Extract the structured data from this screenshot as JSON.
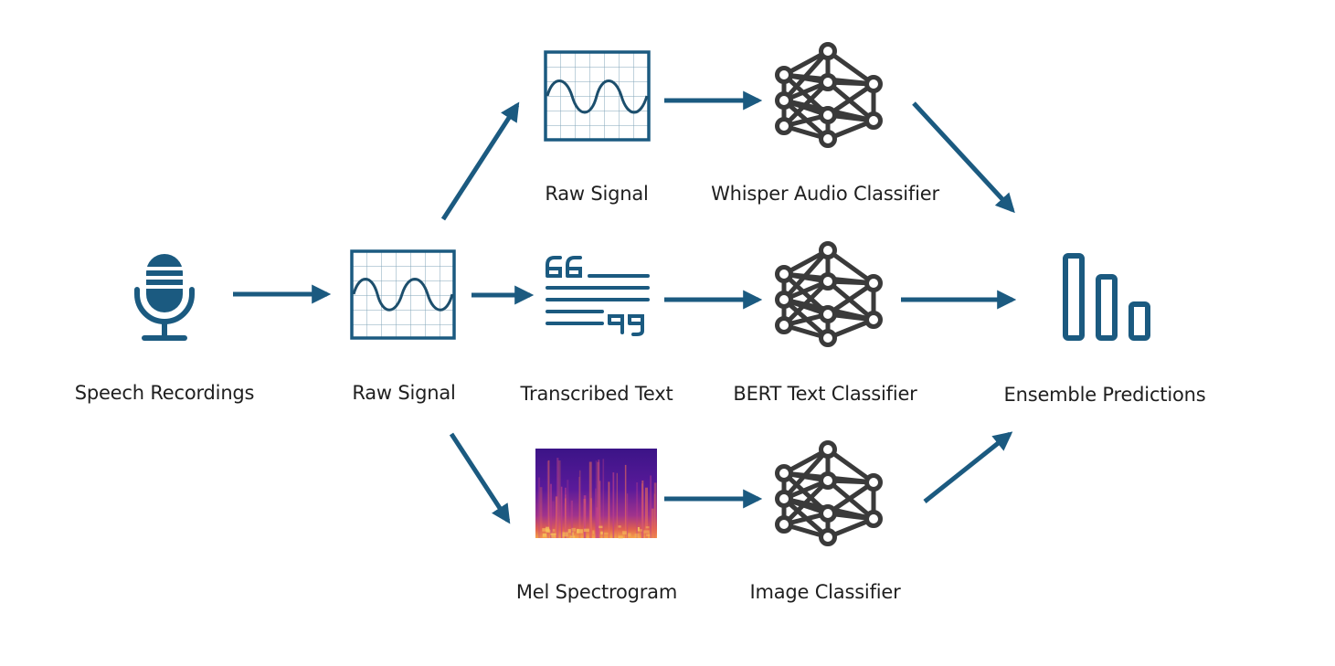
{
  "diagram": {
    "type": "pipeline-flow",
    "colors": {
      "primary": "#1b5a80",
      "network": "#3a3a3a",
      "text": "#1f1f1f",
      "background": "#ffffff"
    },
    "nodes": {
      "speech_recordings": {
        "label": "Speech Recordings",
        "icon": "microphone-icon"
      },
      "raw_signal_main": {
        "label": "Raw Signal",
        "icon": "waveform-icon"
      },
      "raw_signal_top": {
        "label": "Raw Signal",
        "icon": "waveform-icon"
      },
      "transcribed_text": {
        "label": "Transcribed Text",
        "icon": "quote-text-icon"
      },
      "mel_spectrogram": {
        "label": "Mel Spectrogram",
        "icon": "spectrogram-image"
      },
      "whisper_classifier": {
        "label": "Whisper Audio Classifier",
        "icon": "neural-network-icon"
      },
      "bert_classifier": {
        "label": "BERT Text Classifier",
        "icon": "neural-network-icon"
      },
      "image_classifier": {
        "label": "Image Classifier",
        "icon": "neural-network-icon"
      },
      "ensemble": {
        "label": "Ensemble Predictions",
        "icon": "bar-chart-icon"
      }
    },
    "edges": [
      {
        "from": "speech_recordings",
        "to": "raw_signal_main"
      },
      {
        "from": "raw_signal_main",
        "to": "raw_signal_top"
      },
      {
        "from": "raw_signal_main",
        "to": "transcribed_text"
      },
      {
        "from": "raw_signal_main",
        "to": "mel_spectrogram"
      },
      {
        "from": "raw_signal_top",
        "to": "whisper_classifier"
      },
      {
        "from": "transcribed_text",
        "to": "bert_classifier"
      },
      {
        "from": "mel_spectrogram",
        "to": "image_classifier"
      },
      {
        "from": "whisper_classifier",
        "to": "ensemble"
      },
      {
        "from": "bert_classifier",
        "to": "ensemble"
      },
      {
        "from": "image_classifier",
        "to": "ensemble"
      }
    ]
  }
}
